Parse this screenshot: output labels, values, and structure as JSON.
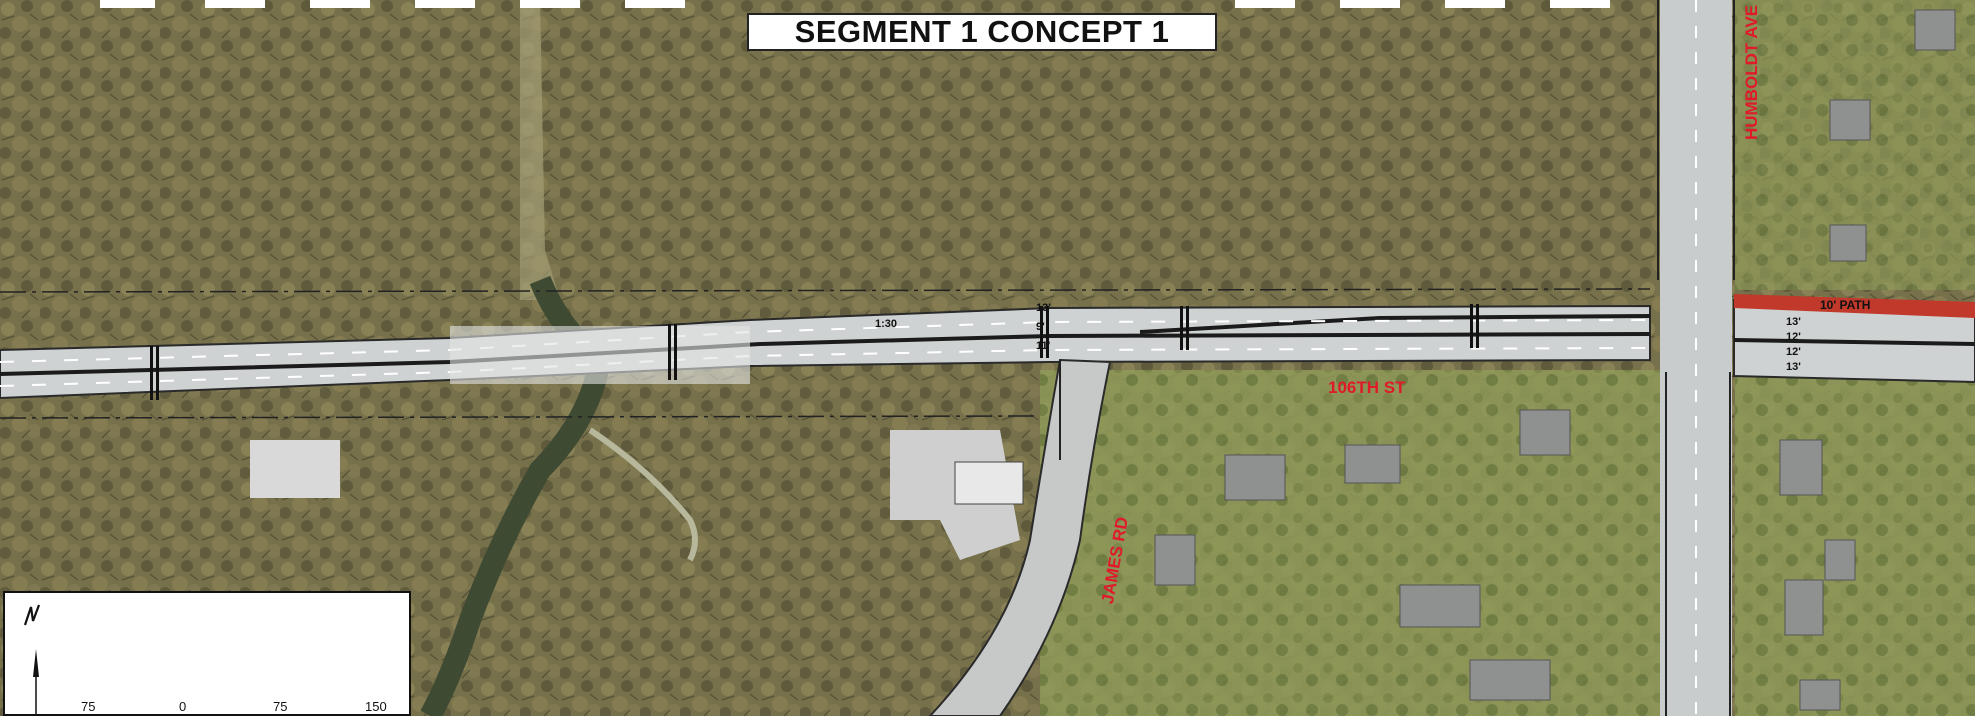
{
  "title": "SEGMENT 1 CONCEPT 1",
  "streets": {
    "humboldt": "HUMBOLDT AVE",
    "street_106": "106TH ST",
    "james": "JAMES RD"
  },
  "labels": {
    "path": "10' PATH",
    "slope": "1:30"
  },
  "dimensions": {
    "d13a": "13'",
    "d9": "9'",
    "d11": "11'",
    "d13b": "13'",
    "d12a": "12'",
    "d12b": "12'",
    "d13c": "13'"
  },
  "scale": {
    "ticks": [
      "75",
      "0",
      "75",
      "150"
    ]
  },
  "colors": {
    "road": "#c9cccd",
    "path": "#c0392b",
    "label": "#e0192b",
    "trees": "#7a7249",
    "grass": "#9aa25d"
  }
}
